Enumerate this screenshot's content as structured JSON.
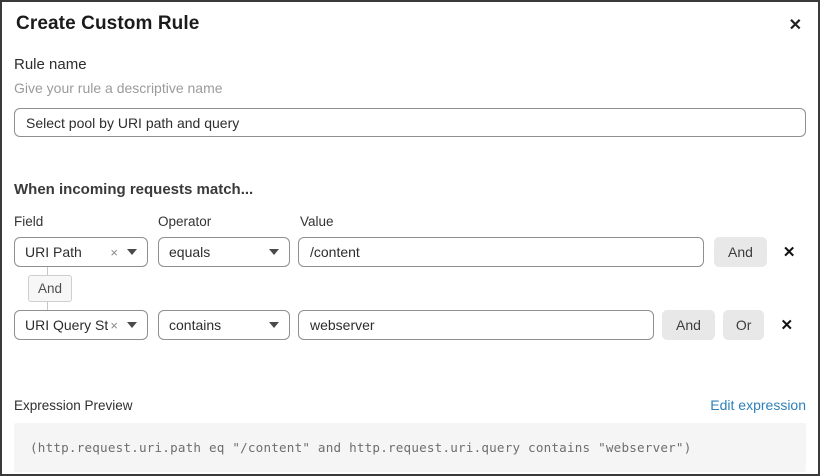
{
  "dialog": {
    "title": "Create Custom Rule",
    "close_icon": "✕"
  },
  "rule_name": {
    "label": "Rule name",
    "hint": "Give your rule a descriptive name",
    "value": "Select pool by URI path and query"
  },
  "match_section": {
    "heading": "When incoming requests match...",
    "columns": {
      "field": "Field",
      "operator": "Operator",
      "value": "Value"
    },
    "rows": [
      {
        "field": "URI Path",
        "operator": "equals",
        "value": "/content",
        "and_label": "And",
        "remove_icon": "✕",
        "clear_icon": "×"
      },
      {
        "field": "URI Query St...",
        "operator": "contains",
        "value": "webserver",
        "and_label": "And",
        "or_label": "Or",
        "remove_icon": "✕",
        "clear_icon": "×"
      }
    ],
    "connector_label": "And"
  },
  "expression": {
    "label": "Expression Preview",
    "edit_link": "Edit expression",
    "preview": "(http.request.uri.path eq \"/content\" and http.request.uri.query contains \"webserver\")"
  },
  "colors": {
    "link": "#2e80b9",
    "button_bg": "#e8e8e8",
    "border_dark": "#3a3a3a"
  }
}
